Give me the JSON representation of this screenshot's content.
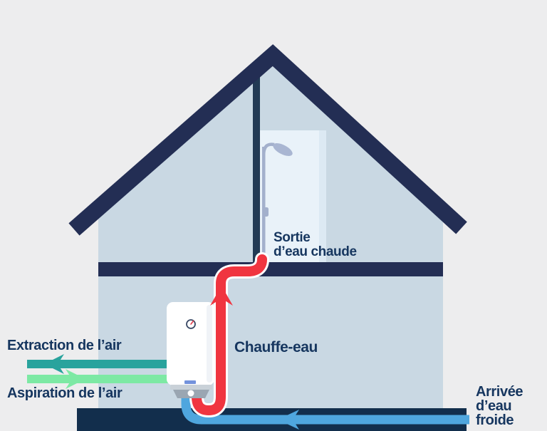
{
  "labels": {
    "air_extraction": "Extraction de l’air",
    "air_intake": "Aspiration de l’air",
    "water_heater": "Chauffe-eau",
    "hot_water_outlet": [
      "Sortie",
      "d’eau chaude"
    ],
    "cold_water_inlet": [
      "Arrivée",
      "d’eau",
      "froide"
    ]
  },
  "colors": {
    "background": "#ededee",
    "wall_blue": "#c9d8e3",
    "roof_navy": "#232e54",
    "interior_wall_navy": "#223a54",
    "ground_navy": "#122e4c",
    "label_text_navy": "#16365f",
    "hot_pipe_red": "#f03540",
    "cold_pipe_blue": "#4fa6de",
    "air_extraction_teal": "#29a39d",
    "air_intake_green": "#7de9a4",
    "shower_panel_blue": "#e9f2f9",
    "fixture_gray_blue": "#a3b0cc",
    "heater_body_white": "#ffffff"
  },
  "icons": {
    "hot_water_arrow": "arrow-up",
    "cold_water_arrow": "arrow-left",
    "air_extraction_arrow": "arrow-left",
    "air_intake_arrow": "arrow-right",
    "shower_fixture": "shower-head",
    "heater_gauge": "thermostat-dial"
  }
}
